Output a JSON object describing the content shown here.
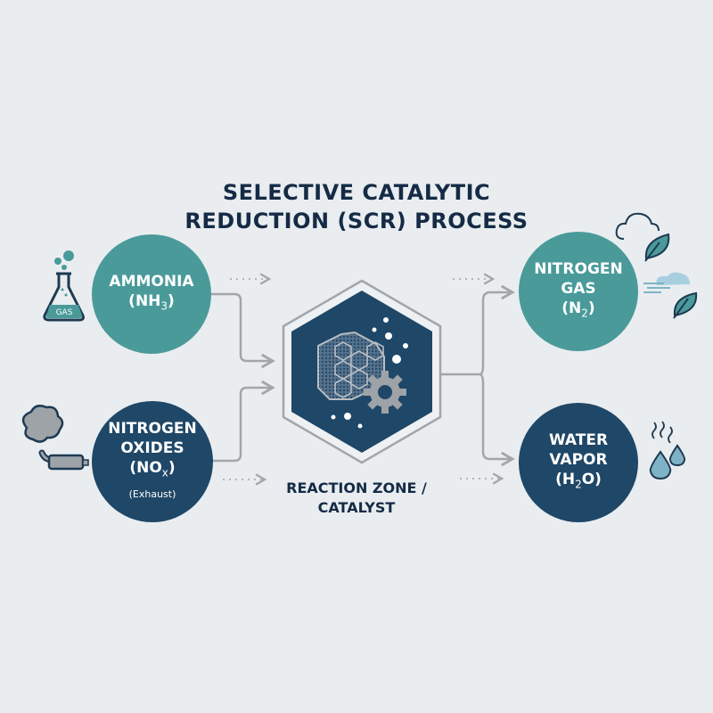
{
  "title": {
    "line1": "SELECTIVE CATALYTIC",
    "line2": "REDUCTION (SCR) PROCESS"
  },
  "inputs": [
    {
      "name": "AMMONIA",
      "formula_prefix": "(NH",
      "formula_sub": "3",
      "formula_suffix": ")",
      "icon": "flask-icon",
      "icon_label": "GAS",
      "color": "#4a9a9a"
    },
    {
      "name_line1": "NITROGEN",
      "name_line2": "OXIDES",
      "formula_prefix": "(NO",
      "formula_sub": "x",
      "formula_suffix": ")",
      "note": "(Exhaust)",
      "icon": "exhaust-pipe-icon",
      "color": "#1f4767"
    }
  ],
  "reactor": {
    "label_line1": "REACTION ZONE /",
    "label_line2": "CATALYST",
    "icon": "catalyst-honeycomb-gear-icon",
    "color": "#1f4767"
  },
  "outputs": [
    {
      "name_line1": "NITROGEN",
      "name_line2": "GAS",
      "formula_prefix": "(N",
      "formula_sub": "2",
      "formula_suffix": ")",
      "icons": [
        "cloud-leaf-icon",
        "wind-leaf-icon"
      ],
      "color": "#4a9a9a"
    },
    {
      "name_line1": "WATER",
      "name_line2": "VAPOR",
      "formula_prefix": "(H",
      "formula_sub": "2",
      "formula_suffix": "O)",
      "icon": "water-droplets-icon",
      "color": "#1f4767"
    }
  ],
  "colors": {
    "background": "#e9edf0",
    "teal": "#4a9a9a",
    "navy": "#1f4767",
    "connector": "#a3a6a8",
    "title": "#152b45"
  }
}
